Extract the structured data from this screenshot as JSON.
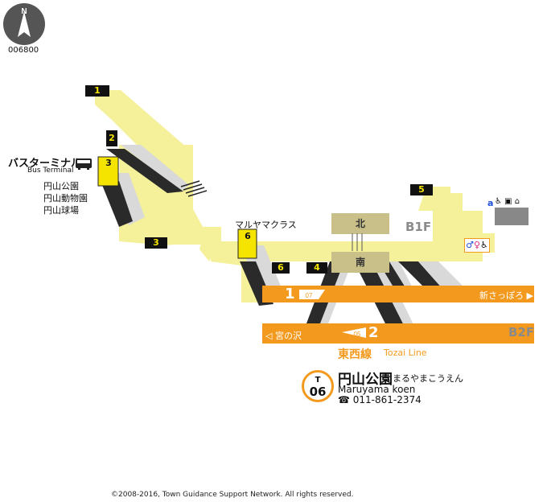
{
  "map_code": "006800",
  "compass": {
    "label": "N"
  },
  "floors": {
    "b1": "B1F",
    "b2": "B2F"
  },
  "exits": [
    {
      "id": "1",
      "label": "1"
    },
    {
      "id": "2",
      "label": "2"
    },
    {
      "id": "3",
      "label": "3"
    },
    {
      "id": "3b",
      "label": "3"
    },
    {
      "id": "4",
      "label": "4"
    },
    {
      "id": "5",
      "label": "5"
    },
    {
      "id": "6",
      "label": "6"
    },
    {
      "id": "6b",
      "label": "6"
    }
  ],
  "bus_terminal": {
    "title": "バスターミナル",
    "subtitle": "Bus Terminal",
    "destinations": [
      "円山公園",
      "円山動物園",
      "円山球場"
    ]
  },
  "building": {
    "label": "マルヤマクラス"
  },
  "gates": {
    "north": "北",
    "south": "南"
  },
  "platforms": [
    {
      "number": "1",
      "badge": "07",
      "direction": "新さっぽろ ▶"
    },
    {
      "number": "2",
      "badge": "05",
      "direction": "◁ 宮の沢"
    }
  ],
  "line": {
    "name_ja": "東西線",
    "name_en": "Tozai Line",
    "color": "#f39a1e"
  },
  "station": {
    "code_letter": "T",
    "code_number": "06",
    "name_ja": "円山公園",
    "name_kana": "まるやまこうえん",
    "name_en": "Maruyama koen",
    "tel": "☎ 011-861-2374"
  },
  "facility_marker": "a",
  "icons": {
    "toilet": "toilet-icon",
    "elevator": "elevator-icon",
    "escalator": "escalator-icon",
    "bus": "bus-icon",
    "compass": "north-arrow-icon"
  },
  "colors": {
    "concourse": "#f5f09a",
    "platform": "#f39a1e",
    "gate": "#c8c088",
    "stair_dark": "#2a2a2a",
    "stair_light": "#d9d9d9",
    "exit_label": "#f5e400"
  },
  "copyright": "©2008-2016, Town Guidance Support Network. All rights reserved."
}
